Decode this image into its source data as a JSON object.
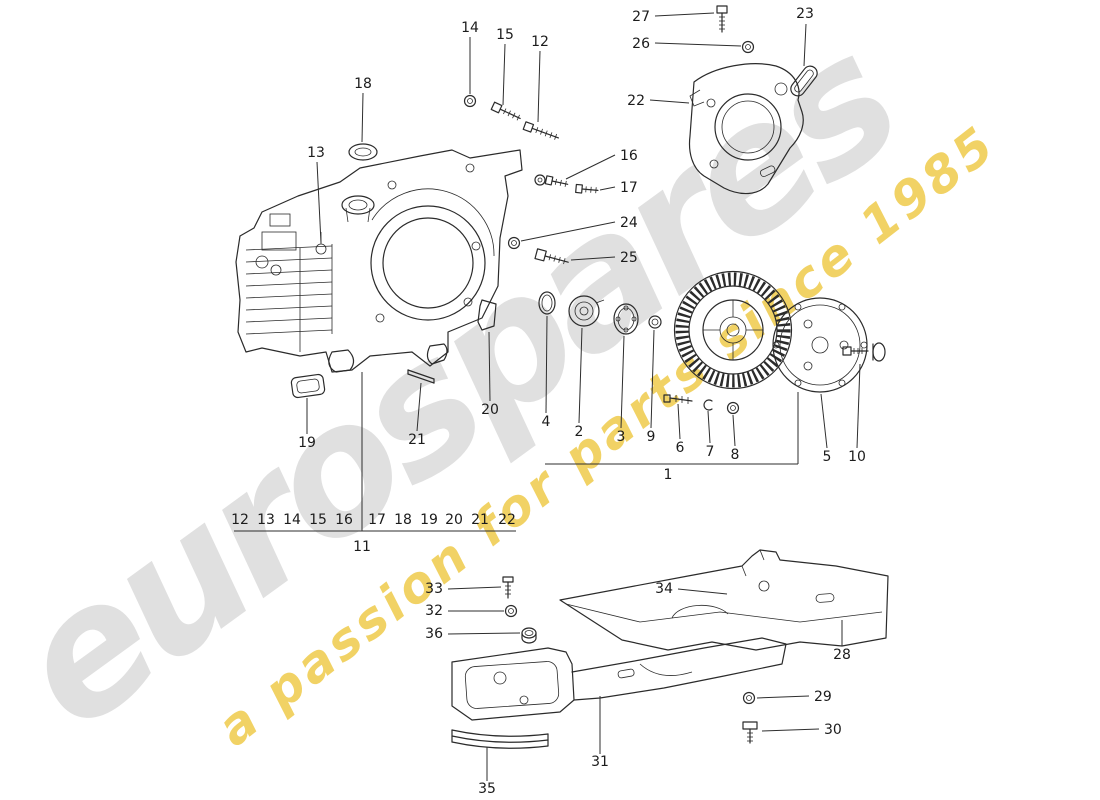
{
  "watermark": {
    "brand": "eurospares",
    "tagline": "a passion for parts since 1985",
    "brand_color": "#c7c7c7",
    "tagline_color": "#eec83f"
  },
  "diagram": {
    "line_color": "#2b2b2b",
    "background": "#ffffff"
  },
  "part_labels": {
    "1": "1",
    "2": "2",
    "3": "3",
    "4": "4",
    "5": "5",
    "6": "6",
    "7": "7",
    "8": "8",
    "9": "9",
    "10": "10",
    "11": "11",
    "12": "12",
    "13": "13",
    "14": "14",
    "15": "15",
    "16": "16",
    "17": "17",
    "18": "18",
    "19": "19",
    "20": "20",
    "21": "21",
    "22": "22",
    "23": "23",
    "24": "24",
    "25": "25",
    "26": "26",
    "27": "27",
    "28": "28",
    "29": "29",
    "30": "30",
    "31": "31",
    "32": "32",
    "33": "33",
    "34": "34",
    "35": "35",
    "36": "36"
  },
  "index_row": {
    "items": [
      "12",
      "13",
      "14",
      "15",
      "16",
      "17",
      "18",
      "19",
      "20",
      "21",
      "22"
    ]
  }
}
